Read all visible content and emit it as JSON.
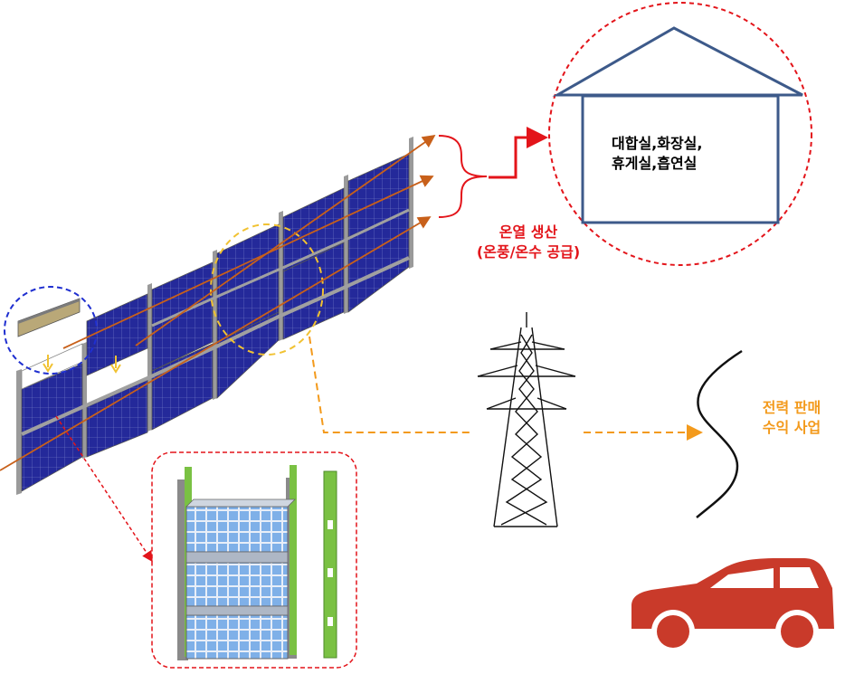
{
  "building": {
    "line1": "대합실,화장실,",
    "line2": "휴게실,흡연실"
  },
  "heat": {
    "line1": "온열 생산",
    "line2": "(온풍/온수 공급)"
  },
  "power": {
    "line1": "전력 판매",
    "line2": "수익 사업"
  },
  "colors": {
    "panel": "#2a2f9e",
    "panel_grid": "#8a8fd0",
    "frame": "#9a9a9a",
    "heat_arrow": "#c8601a",
    "red": "#e3141a",
    "orange": "#f39a1c",
    "house": "#3d5a8a",
    "car": "#c93a2a",
    "module_cell": "#7fb0e8",
    "module_green": "#7ac143"
  },
  "icons": [
    "house-icon",
    "transmission-tower-icon",
    "car-icon",
    "grid-wave-icon",
    "solar-module-icon"
  ]
}
